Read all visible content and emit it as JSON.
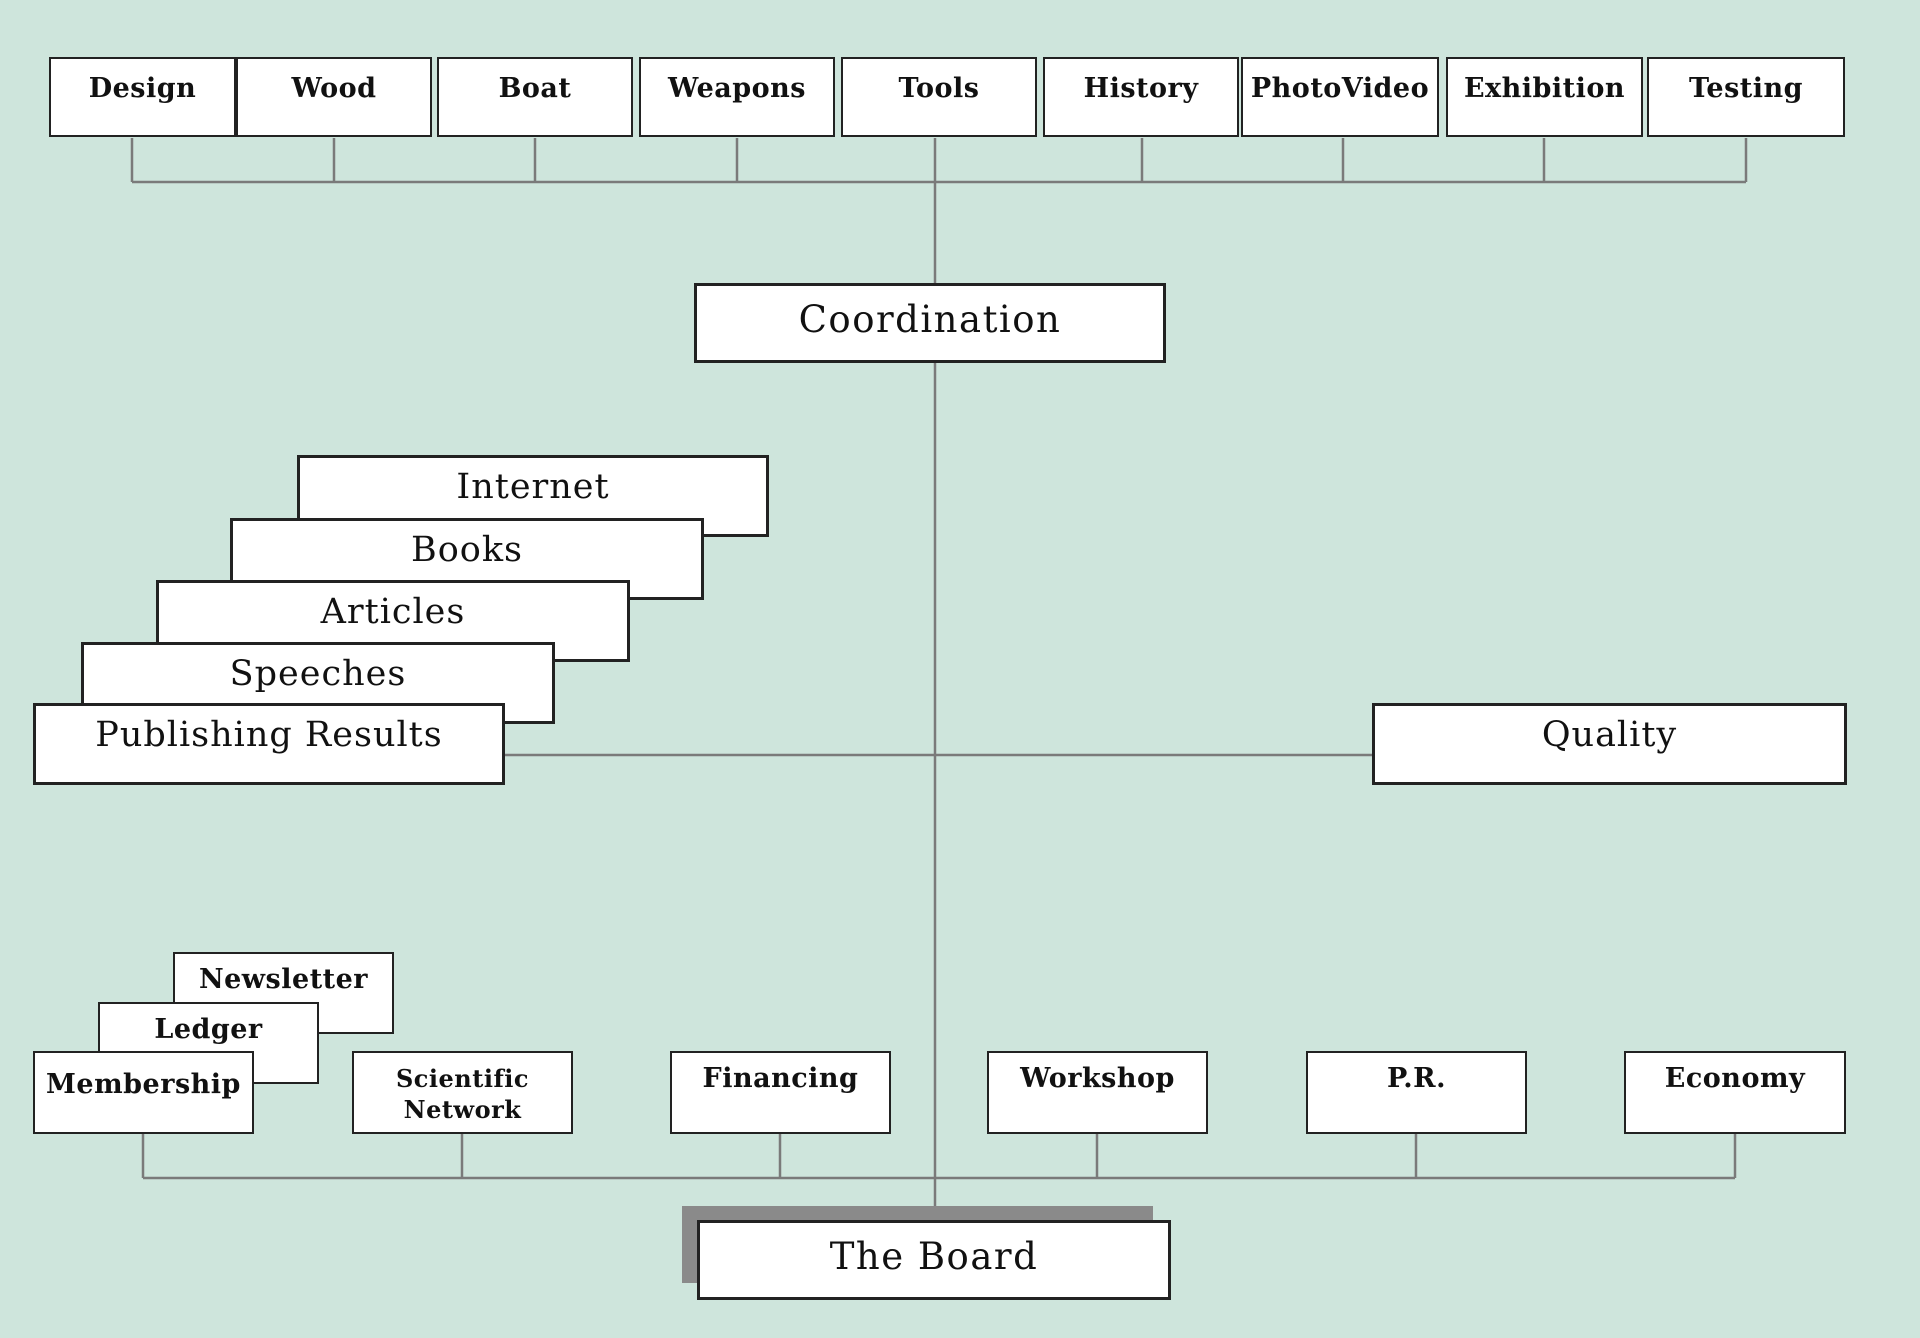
{
  "departments": [
    {
      "label": "Design"
    },
    {
      "label": "Wood"
    },
    {
      "label": "Boat"
    },
    {
      "label": "Weapons"
    },
    {
      "label": "Tools"
    },
    {
      "label": "History"
    },
    {
      "label": "PhotoVideo"
    },
    {
      "label": "Exhibition"
    },
    {
      "label": "Testing"
    }
  ],
  "coordination": {
    "label": "Coordination"
  },
  "publishing": {
    "internet": "Internet",
    "books": "Books",
    "articles": "Articles",
    "speeches": "Speeches",
    "results": "Publishing Results"
  },
  "quality": {
    "label": "Quality"
  },
  "members": {
    "newsletter": "Newsletter",
    "ledger": "Ledger",
    "membership": "Membership"
  },
  "units": [
    {
      "label": "Scientific\nNetwork"
    },
    {
      "label": "Financing"
    },
    {
      "label": "Workshop"
    },
    {
      "label": "P.R."
    },
    {
      "label": "Economy"
    }
  ],
  "board": {
    "label": "The Board"
  },
  "colors": {
    "background": "#cee5dc",
    "box_fill": "#ffffff",
    "border": "#222222",
    "connector": "#7a7a7a",
    "board_shadow": "#8a8a8a"
  }
}
